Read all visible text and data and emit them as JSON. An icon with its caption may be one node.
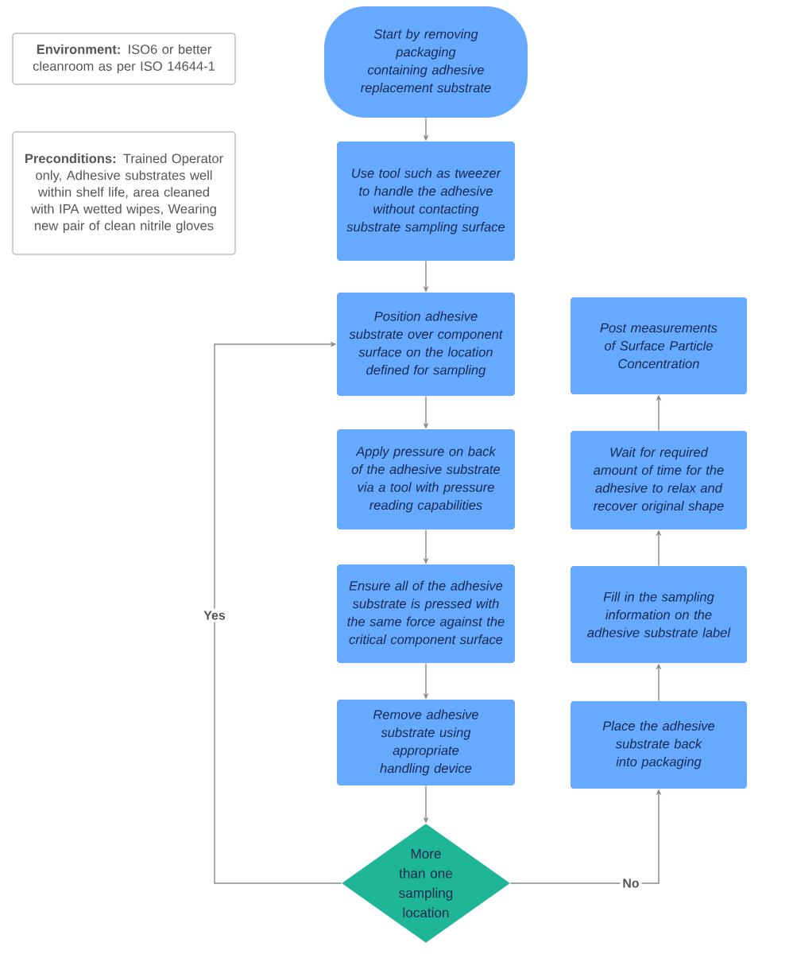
{
  "diagram": {
    "nodes": [
      {
        "text": [
          "**Environment:** ISO6 or better cleanroom as per ISO 14644-1"
        ]
      },
      {
        "text": [
          "**Preconditions:** Trained Operator only, Adhesive substrates well within shelf life, area cleaned with IPA wetted wipes, Wearing new pair of clean nitrile gloves"
        ]
      },
      {
        "text": [
          "Start by removing packaging containing adhesive replacement substrate"
        ]
      },
      {
        "text": [
          "Use tool  such as tweezer to handle the adhesive without contacting substrate sampling surface"
        ]
      },
      {
        "text": [
          "Position adhesive substrate over component surface on the location defined for sampling"
        ]
      },
      {
        "text": [
          "Apply pressure on back of the adhesive substrate via a tool with pressure reading capabilities"
        ]
      },
      {
        "text": [
          "Ensure all of the adhesive substrate is pressed with the same force against the critical component surface"
        ]
      },
      {
        "text": [
          "Remove adhesive substrate using appropriate handling device"
        ]
      },
      {
        "text": [
          "More than one sampling location"
        ]
      },
      {
        "text": [
          "Place the adhesive substrate back into packaging"
        ]
      },
      {
        "text": [
          "Fill in the sampling information on the adhesive substrate label"
        ]
      },
      {
        "text": [
          "Wait for required amount of time for the  adhesive to relax and recover original shape"
        ]
      },
      {
        "text": [
          "Post measurements of Surface Particle Concentration"
        ]
      }
    ],
    "edges": [
      {
        "from": 2,
        "to": 3,
        "arrow": "to"
      },
      {
        "from": 3,
        "to": 4,
        "arrow": "to"
      },
      {
        "from": 4,
        "to": 5,
        "arrow": "to"
      },
      {
        "from": 5,
        "to": 6,
        "arrow": "to"
      },
      {
        "from": 6,
        "to": 7,
        "arrow": "to"
      },
      {
        "from": 7,
        "to": 8,
        "arrow": "to"
      },
      {
        "from": 8,
        "to": 4,
        "arrow": "to",
        "label": "Yes"
      },
      {
        "from": 8,
        "to": 9,
        "arrow": "to",
        "label": "No"
      },
      {
        "from": 9,
        "to": 10,
        "arrow": "to"
      },
      {
        "from": 10,
        "to": 11,
        "arrow": "to"
      },
      {
        "from": 11,
        "to": 12,
        "arrow": "to"
      }
    ]
  }
}
